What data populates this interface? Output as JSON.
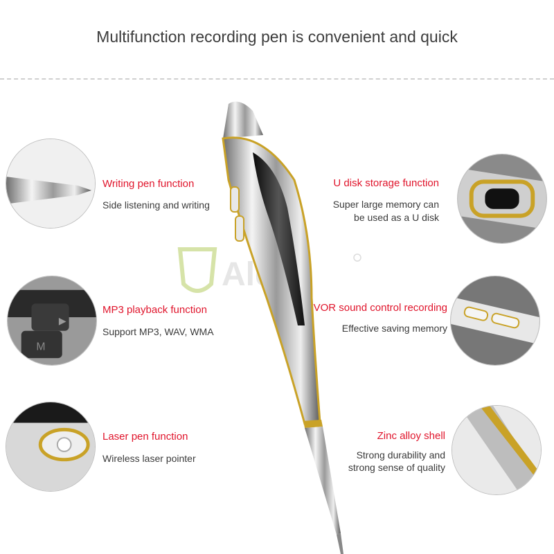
{
  "header": {
    "title": "Multifunction recording pen is convenient and quick"
  },
  "watermark": {
    "text": "Alexi"
  },
  "features": [
    {
      "title": "Writing pen function",
      "desc": [
        "Side listening and writing"
      ]
    },
    {
      "title": "MP3 playback function",
      "desc": [
        "Support MP3, WAV, WMA"
      ]
    },
    {
      "title": "Laser pen function",
      "desc": [
        "Wireless laser pointer"
      ]
    },
    {
      "title": "U disk storage function",
      "desc": [
        "Super large memory can",
        "be used as a U disk"
      ]
    },
    {
      "title": "VOR sound control recording",
      "desc": [
        "Effective saving memory"
      ]
    },
    {
      "title": "Zinc alloy shell",
      "desc": [
        "Strong durability and",
        "strong sense of quality"
      ]
    }
  ],
  "colors": {
    "title_red": "#e0142b",
    "text_dark": "#3c3c3c",
    "gold": "#c9a227",
    "chrome": "#c8c8c8"
  }
}
